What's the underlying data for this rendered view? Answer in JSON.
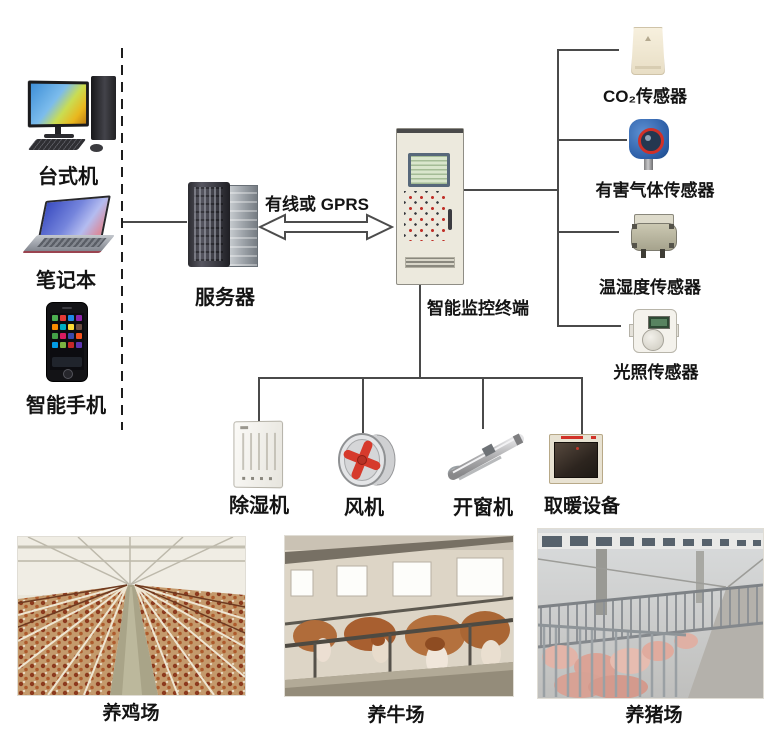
{
  "diagram_title": "livestock-environment-monitoring-system",
  "clients": [
    {
      "label": "台式机"
    },
    {
      "label": "笔记本"
    },
    {
      "label": "智能手机"
    }
  ],
  "server": {
    "label": "服务器"
  },
  "link": {
    "label": "有线或 GPRS"
  },
  "terminal": {
    "label": "智能监控终端"
  },
  "sensors": [
    {
      "label": "CO₂传感器"
    },
    {
      "label": "有害气体传感器"
    },
    {
      "label": "温湿度传感器"
    },
    {
      "label": "光照传感器"
    }
  ],
  "actuators": [
    {
      "label": "除湿机"
    },
    {
      "label": "风机"
    },
    {
      "label": "开窗机"
    },
    {
      "label": "取暖设备"
    }
  ],
  "farms": [
    {
      "label": "养鸡场"
    },
    {
      "label": "养牛场"
    },
    {
      "label": "养猪场"
    }
  ],
  "colors": {
    "line": "#4a4a4a",
    "label_text": "#141414",
    "cabinet_beige": "#ece9dd",
    "gas_sensor_blue": "#2d5fa8",
    "fan_red": "#d63a2c",
    "alarm_red": "#d23228"
  }
}
